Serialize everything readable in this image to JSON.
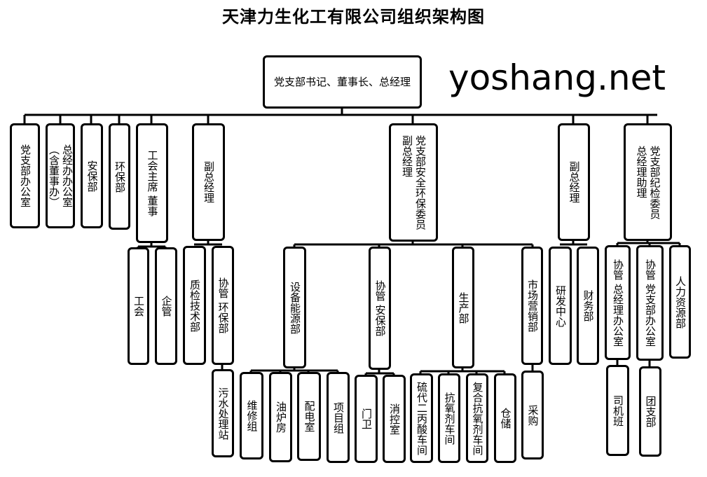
{
  "title": "天津力生化工有限公司组织架构图",
  "watermark": "yoshang.net",
  "root": "党支部书记、董事长、总经理",
  "level1": [
    "党支部办公室",
    "总经办办公室\n（含董事办）",
    "安保部",
    "环保部",
    "工会主席 董事",
    "副总经理",
    "党支部安全环保委员\n副总经理",
    "副总经理",
    "党支部纪检委员\n总经理助理"
  ],
  "level2": [
    "工会",
    "企管",
    "质检技术部",
    "协管 环保部",
    "设备能源部",
    "协管 安保部",
    "生产部",
    "市场营销部",
    "研发中心",
    "财务部",
    "协管 总经理办公室",
    "协管 党支部办公室",
    "人力资源部"
  ],
  "level3": [
    "污水处理站",
    "维修组",
    "油炉房",
    "配电室",
    "项目组",
    "门卫",
    "消控室",
    "硫代二丙酸车间",
    "抗氧剂车间",
    "复合抗氧剂车间",
    "仓储",
    "采购",
    "司机班",
    "团支部"
  ]
}
